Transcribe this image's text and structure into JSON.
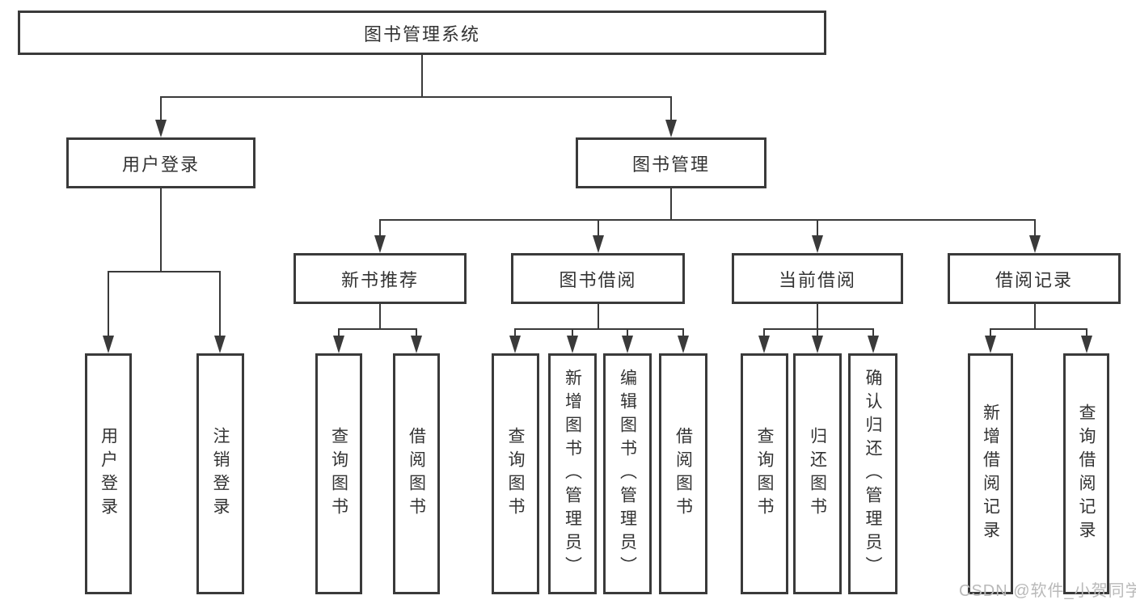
{
  "diagram": {
    "watermark": "CSDN @软件_小贺同学",
    "colors": {
      "line": "#3a3a3a",
      "box_border": "#3a3a3a",
      "text": "#333333",
      "background": "#ffffff",
      "watermark": "#b9b9b9"
    },
    "tree": {
      "label": "图书管理系统",
      "children": [
        {
          "label": "用户登录",
          "children": [
            {
              "label": "用户登录"
            },
            {
              "label": "注销登录"
            }
          ]
        },
        {
          "label": "图书管理",
          "children": [
            {
              "label": "新书推荐",
              "children": [
                {
                  "label": "查询图书"
                },
                {
                  "label": "借阅图书"
                }
              ]
            },
            {
              "label": "图书借阅",
              "children": [
                {
                  "label": "查询图书"
                },
                {
                  "label": "新增图书（管理员）"
                },
                {
                  "label": "编辑图书（管理员）"
                },
                {
                  "label": "借阅图书"
                }
              ]
            },
            {
              "label": "当前借阅",
              "children": [
                {
                  "label": "查询图书"
                },
                {
                  "label": "归还图书"
                },
                {
                  "label": "确认归还（管理员）"
                }
              ]
            },
            {
              "label": "借阅记录",
              "children": [
                {
                  "label": "新增借阅记录"
                },
                {
                  "label": "查询借阅记录"
                }
              ]
            }
          ]
        }
      ]
    }
  }
}
